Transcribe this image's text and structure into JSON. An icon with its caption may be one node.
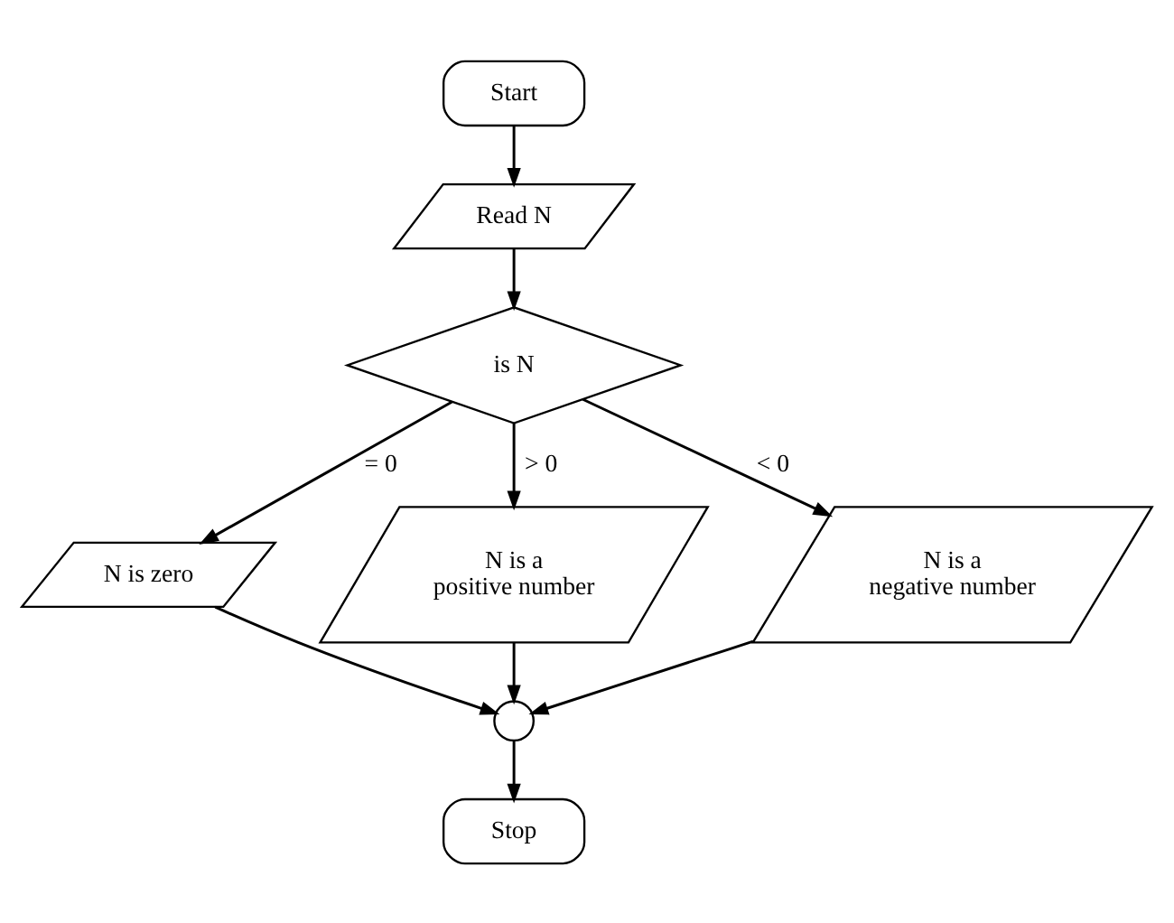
{
  "diagram": {
    "nodes": [
      {
        "text": [
          "Start"
        ]
      },
      {
        "text": [
          "Read N"
        ]
      },
      {
        "text": [
          "is N"
        ]
      },
      {
        "text": [
          "N is zero"
        ]
      },
      {
        "text": [
          "N is a positive number"
        ]
      },
      {
        "text": [
          "N is a negative number"
        ]
      },
      {
        "text": [],
        "shape": "circle"
      },
      {
        "text": [
          "Stop"
        ]
      }
    ],
    "edges": [
      {
        "from": 0,
        "to": 1,
        "arrow": "to"
      },
      {
        "from": 1,
        "to": 2,
        "arrow": "to"
      },
      {
        "from": 2,
        "to": 3,
        "arrow": "to",
        "label": "= 0"
      },
      {
        "from": 2,
        "to": 4,
        "arrow": "to",
        "label": "> 0"
      },
      {
        "from": 2,
        "to": 5,
        "arrow": "to",
        "label": "< 0"
      },
      {
        "from": 3,
        "to": 6,
        "arrow": "to"
      },
      {
        "from": 4,
        "to": 6,
        "arrow": "to"
      },
      {
        "from": 5,
        "to": 6,
        "arrow": "to"
      },
      {
        "from": 6,
        "to": 7,
        "arrow": "to"
      }
    ]
  }
}
